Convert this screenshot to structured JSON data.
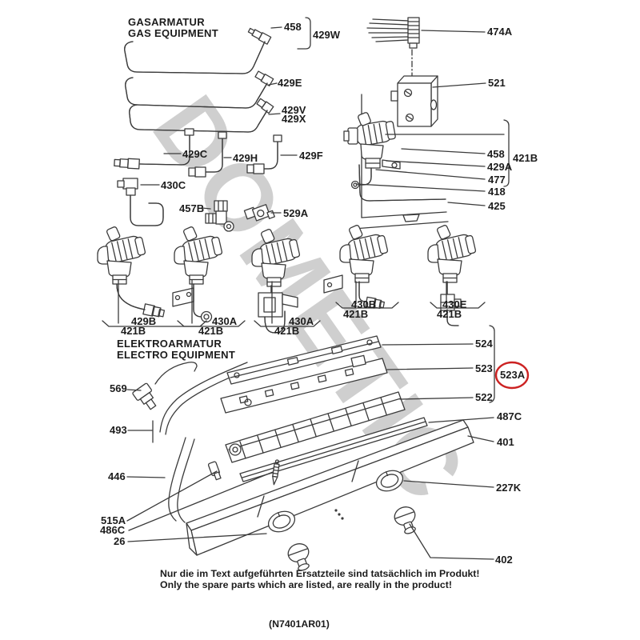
{
  "document": {
    "watermark": "DOMETIC",
    "drawing_number": "(N7401AR01)",
    "note_de": "Nur die im Text aufgeführten Ersatzteile sind tatsächlich im Produkt!",
    "note_en": "Only the spare parts which are listed, are really in the product!"
  },
  "sections": {
    "gas": {
      "title_de": "GASARMATUR",
      "title_en": "GAS EQUIPMENT"
    },
    "electro": {
      "title_de": "ELEKTROARMATUR",
      "title_en": "ELECTRO EQUIPMENT"
    }
  },
  "colors": {
    "line": "#3b3b3b",
    "label": "#1c1c1c",
    "highlight_circle": "#cc2222",
    "watermark": "#c7c7c7"
  },
  "highlighted_part": "523A",
  "labels": {
    "458": "458",
    "429W": "429W",
    "429E": "429E",
    "429V": "429V",
    "429X": "429X",
    "429C": "429C",
    "429H": "429H",
    "429F": "429F",
    "430C": "430C",
    "457B": "457B",
    "529A": "529A",
    "474A": "474A",
    "521": "521",
    "429A": "429A",
    "477": "477",
    "418": "418",
    "425": "425",
    "421B": "421B",
    "429B": "429B",
    "430A": "430A",
    "430B": "430B",
    "430E": "430E",
    "569": "569",
    "493": "493",
    "446": "446",
    "515A": "515A",
    "486C": "486C",
    "26": "26",
    "524": "524",
    "523": "523",
    "523A": "523A",
    "522": "522",
    "487C": "487C",
    "401": "401",
    "227K": "227K",
    "402": "402"
  }
}
